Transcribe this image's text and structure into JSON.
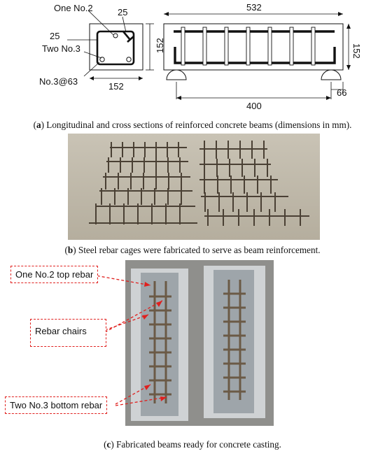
{
  "panel_a": {
    "cross_section": {
      "label_top_rebar": "One No.2",
      "cover_top": "25",
      "cover_side": "25",
      "label_bottom_rebar": "Two No.3",
      "height": "152",
      "stirrups": "No.3@63",
      "width": "152"
    },
    "longitudinal": {
      "length": "532",
      "height": "152",
      "span": "400",
      "overhang": "66"
    },
    "caption_tag": "a",
    "caption_text": "Longitudinal and cross sections of reinforced concrete beams (dimensions in mm)."
  },
  "panel_b": {
    "caption_tag": "b",
    "caption_text": "Steel rebar cages were fabricated to serve as beam reinforcement."
  },
  "panel_c": {
    "callouts": {
      "top_rebar": "One No.2 top rebar",
      "chairs": "Rebar chairs",
      "bottom_rebar": "Two No.3 bottom rebar"
    },
    "caption_tag": "c",
    "caption_text": "Fabricated beams ready for concrete casting."
  },
  "colors": {
    "callout_red": "#e0201e"
  }
}
